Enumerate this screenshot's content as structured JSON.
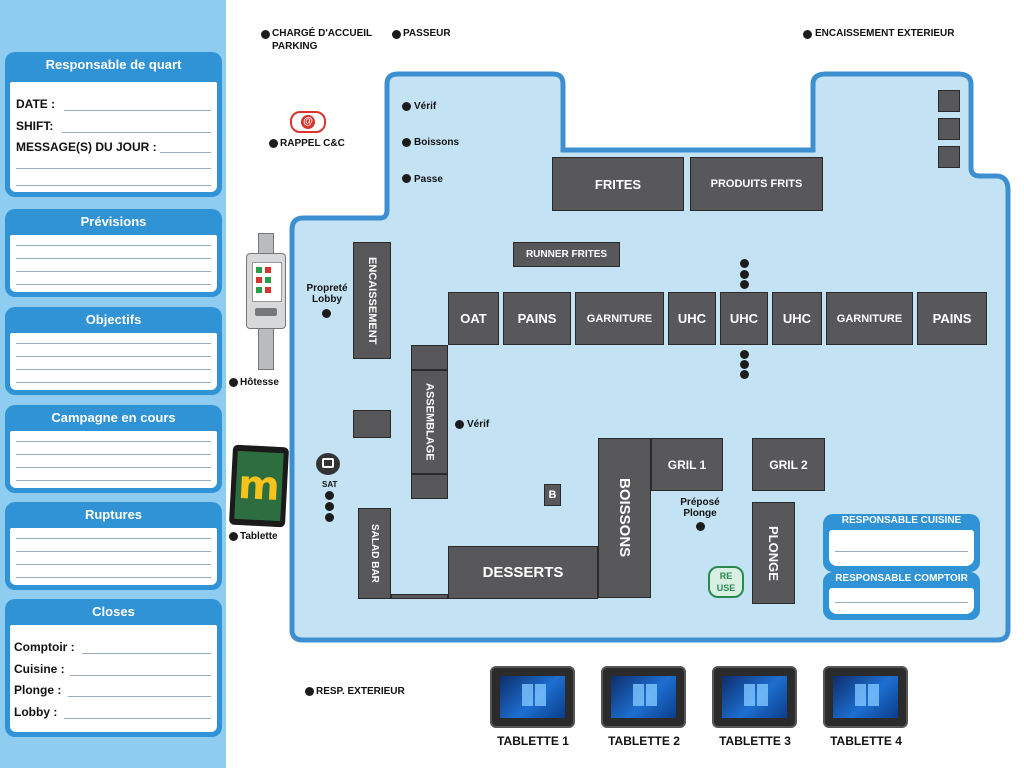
{
  "colors": {
    "accent": "#2f93d6",
    "sidebar_bg": "#8ecdf0",
    "floor": "#c3e3f4",
    "station": "#58585a"
  },
  "sidebar": {
    "responsable": {
      "title": "Responsable de quart",
      "date": "DATE :",
      "shift": "SHIFT:",
      "message": "MESSAGE(S) DU JOUR :"
    },
    "previsions": {
      "title": "Prévisions"
    },
    "objectifs": {
      "title": "Objectifs"
    },
    "campagne": {
      "title": "Campagne en cours"
    },
    "ruptures": {
      "title": "Ruptures"
    },
    "closes": {
      "title": "Closes",
      "fields": [
        "Comptoir :",
        "Cuisine :",
        "Plonge :",
        "Lobby :"
      ]
    }
  },
  "outside": {
    "charge_accueil": "CHARGÉ D'ACCUEIL",
    "parking": "PARKING",
    "passeur": "PASSEUR",
    "encaissement_ext": "ENCAISSEMENT EXTERIEUR",
    "rappel": "RAPPEL C&C",
    "hotesse": "Hôtesse",
    "tablette": "Tablette",
    "resp_ext": "RESP. EXTERIEUR",
    "proprete_1": "Propreté",
    "proprete_2": "Lobby",
    "sat": "SAT"
  },
  "floor": {
    "verif_top": "Vérif",
    "boissons_lbl": "Boissons",
    "passe": "Passe",
    "verif_mid": "Vérif",
    "prepose_1": "Préposé",
    "prepose_2": "Plonge",
    "reuse_1": "RE",
    "reuse_2": "USE"
  },
  "stations": {
    "frites": "FRITES",
    "produits_frits": "PRODUITS FRITS",
    "runner_frites": "RUNNER FRITES",
    "encaissement": "ENCAISSEMENT",
    "oat": "OAT",
    "pains1": "PAINS",
    "garniture1": "GARNITURE",
    "uhc1": "UHC",
    "uhc2": "UHC",
    "uhc3": "UHC",
    "garniture2": "GARNITURE",
    "pains2": "PAINS",
    "assemblage": "ASSEMBLAGE",
    "boissons": "BOISSONS",
    "gril1": "GRIL 1",
    "gril2": "GRIL 2",
    "b": "B",
    "salad_bar": "SALAD BAR",
    "desserts": "DESSERTS",
    "plonge": "PLONGE"
  },
  "responsables": {
    "cuisine": "RESPONSABLE CUISINE",
    "comptoir": "RESPONSABLE COMPTOIR"
  },
  "tablettes": [
    "TABLETTE 1",
    "TABLETTE 2",
    "TABLETTE 3",
    "TABLETTE 4"
  ]
}
